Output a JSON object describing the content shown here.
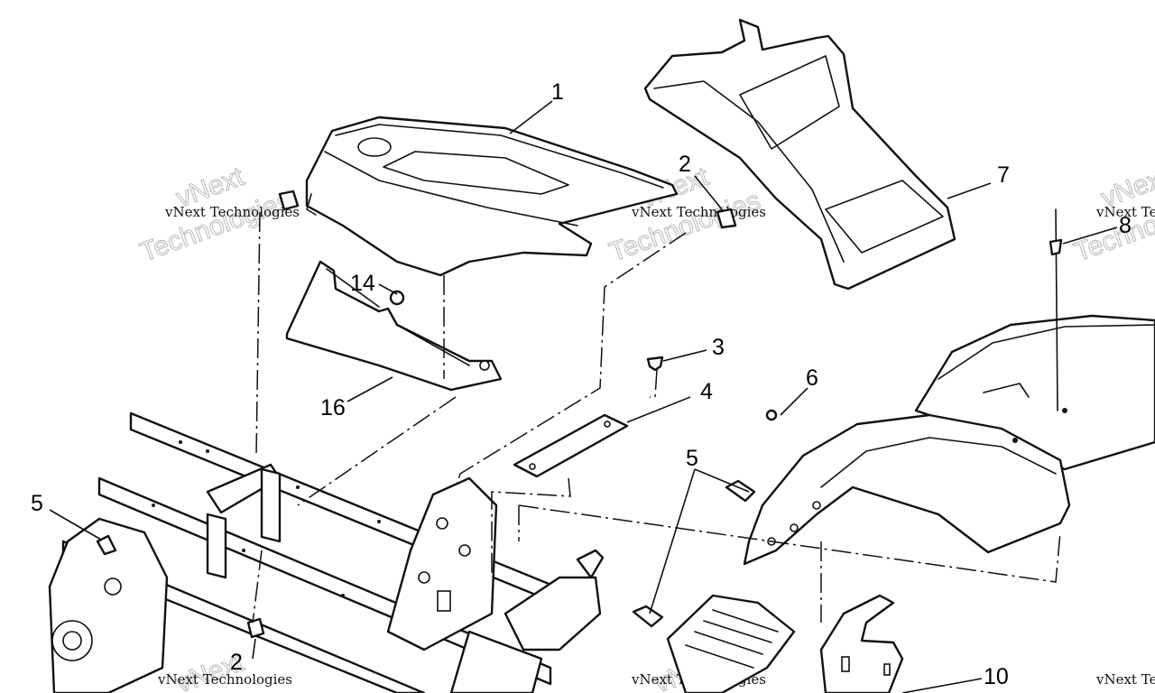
{
  "callouts": {
    "c1": "1",
    "c2a": "2",
    "c2b": "2",
    "c3": "3",
    "c4": "4",
    "c5a": "5",
    "c5b": "5",
    "c6": "6",
    "c7": "7",
    "c8": "8",
    "c10": "10",
    "c14": "14",
    "c16": "16"
  },
  "watermarks": {
    "company": "vNext Technologies",
    "brand": "vNext",
    "tech": "Technologies"
  },
  "colors": {
    "line": "#111111",
    "background": "#ffffff",
    "watermark": "#b9b9b9"
  }
}
